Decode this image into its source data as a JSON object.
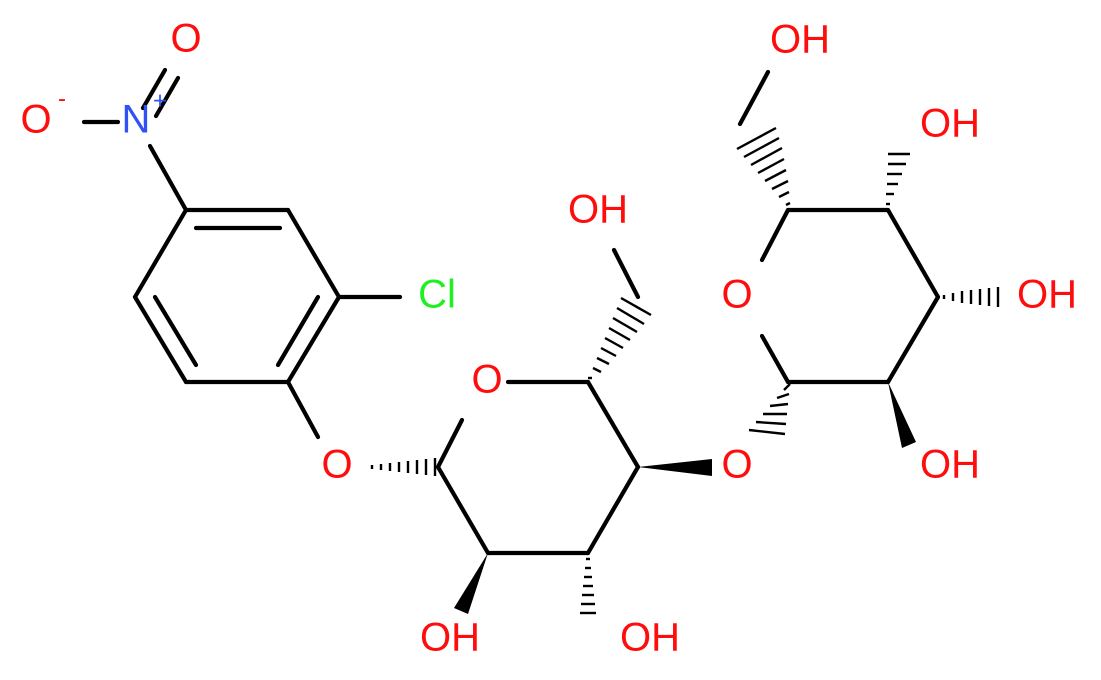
{
  "colors": {
    "bond": "#000000",
    "oxygen": "#ff0d0d",
    "nitrogen": "#3050f8",
    "chlorine": "#1ff01f"
  },
  "labels": {
    "nitro_o_top": "O",
    "nitro_o_minus": "O",
    "nitro_o_minus_charge": "-",
    "nitro_n": "N",
    "nitro_n_charge": "+",
    "chloro": "Cl",
    "phenoxy_o": "O",
    "ring1_o": "O",
    "ring1_ch2oh": "OH",
    "ring1_c2_oh": "OH",
    "ring1_c3_oh": "OH",
    "glycosidic_o": "O",
    "ring2_o": "O",
    "ring2_ch2oh": "OH",
    "ring2_c4_oh": "OH",
    "ring2_c3_oh": "OH",
    "ring2_c2_oh": "OH"
  }
}
